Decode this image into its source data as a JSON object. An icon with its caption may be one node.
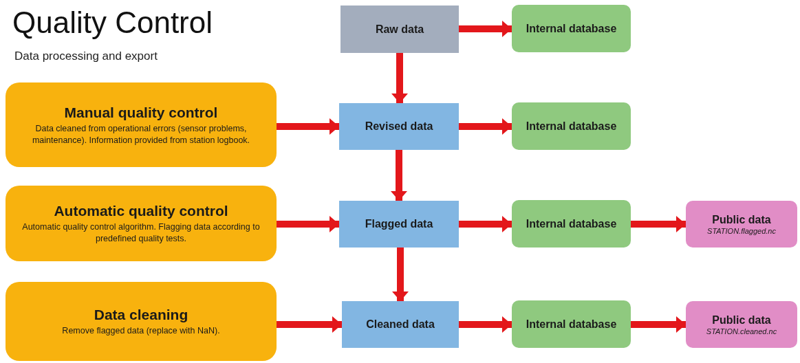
{
  "diagram": {
    "title": "Quality Control",
    "nodes": [
      {
        "text": [
          "Raw data"
        ]
      },
      {
        "text": [
          "Internal database"
        ]
      },
      {
        "text": [
          "Manual quality control",
          "Data cleaned from operational errors (sensor problems, maintenance). Information provided from station logbook."
        ]
      },
      {
        "text": [
          "Revised data"
        ]
      },
      {
        "text": [
          "Internal database"
        ]
      },
      {
        "text": [
          "Automatic quality control",
          "Automatic quality control algorithm. Flagging data according to predefined quality tests."
        ]
      },
      {
        "text": [
          "Flagged data"
        ]
      },
      {
        "text": [
          "Internal database"
        ]
      },
      {
        "text": [
          "Public data",
          "STATION.flagged.nc"
        ]
      },
      {
        "text": [
          "Data cleaning",
          "Remove flagged data (replace with NaN)."
        ]
      },
      {
        "text": [
          "Cleaned data"
        ]
      },
      {
        "text": [
          "Internal database"
        ]
      },
      {
        "text": [
          "Public data",
          "STATION.cleaned.nc"
        ]
      }
    ],
    "edges": [
      {
        "from": 0,
        "to": 1,
        "arrow": "to"
      },
      {
        "from": 0,
        "to": 3,
        "arrow": "to"
      },
      {
        "from": 2,
        "to": 3,
        "arrow": "to"
      },
      {
        "from": 3,
        "to": 4,
        "arrow": "to"
      },
      {
        "from": 3,
        "to": 6,
        "arrow": "to"
      },
      {
        "from": 5,
        "to": 6,
        "arrow": "to"
      },
      {
        "from": 6,
        "to": 7,
        "arrow": "to"
      },
      {
        "from": 7,
        "to": 8,
        "arrow": "to"
      },
      {
        "from": 6,
        "to": 10,
        "arrow": "to"
      },
      {
        "from": 9,
        "to": 10,
        "arrow": "to"
      },
      {
        "from": 10,
        "to": 11,
        "arrow": "to"
      },
      {
        "from": 11,
        "to": 12,
        "arrow": "to"
      }
    ],
    "labels": [
      "Data processing and export"
    ]
  }
}
